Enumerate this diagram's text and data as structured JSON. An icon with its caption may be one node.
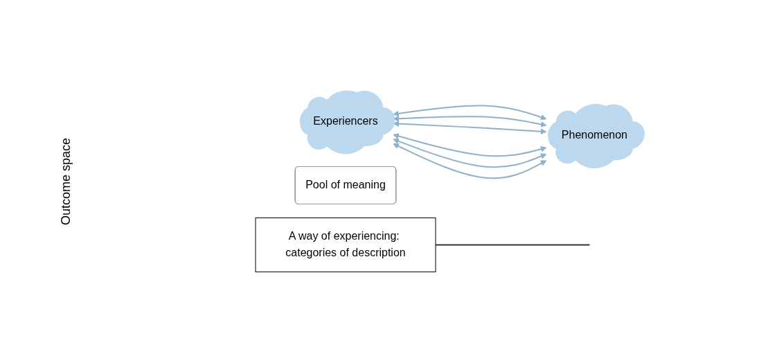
{
  "diagram": {
    "nodes": [
      {
        "text": [
          "Experiencers"
        ]
      },
      {
        "text": [
          "Phenomenon"
        ]
      },
      {
        "text": [
          "Pool of meaning"
        ]
      },
      {
        "text": [
          "A way of experiencing: categories of description"
        ]
      }
    ],
    "edges": [
      {
        "from": 0,
        "to": 1,
        "arrow": "both"
      },
      {
        "from": 0,
        "to": 1,
        "arrow": "both"
      },
      {
        "from": 0,
        "to": 1,
        "arrow": "both"
      },
      {
        "from": 0,
        "to": 1,
        "arrow": "both"
      },
      {
        "from": 0,
        "to": 1,
        "arrow": "both"
      },
      {
        "from": 0,
        "to": 1,
        "arrow": "both"
      },
      {
        "from": 3,
        "to": null,
        "arrow": "none",
        "color": "#333333"
      }
    ],
    "labels": [
      "Outcome space"
    ]
  }
}
